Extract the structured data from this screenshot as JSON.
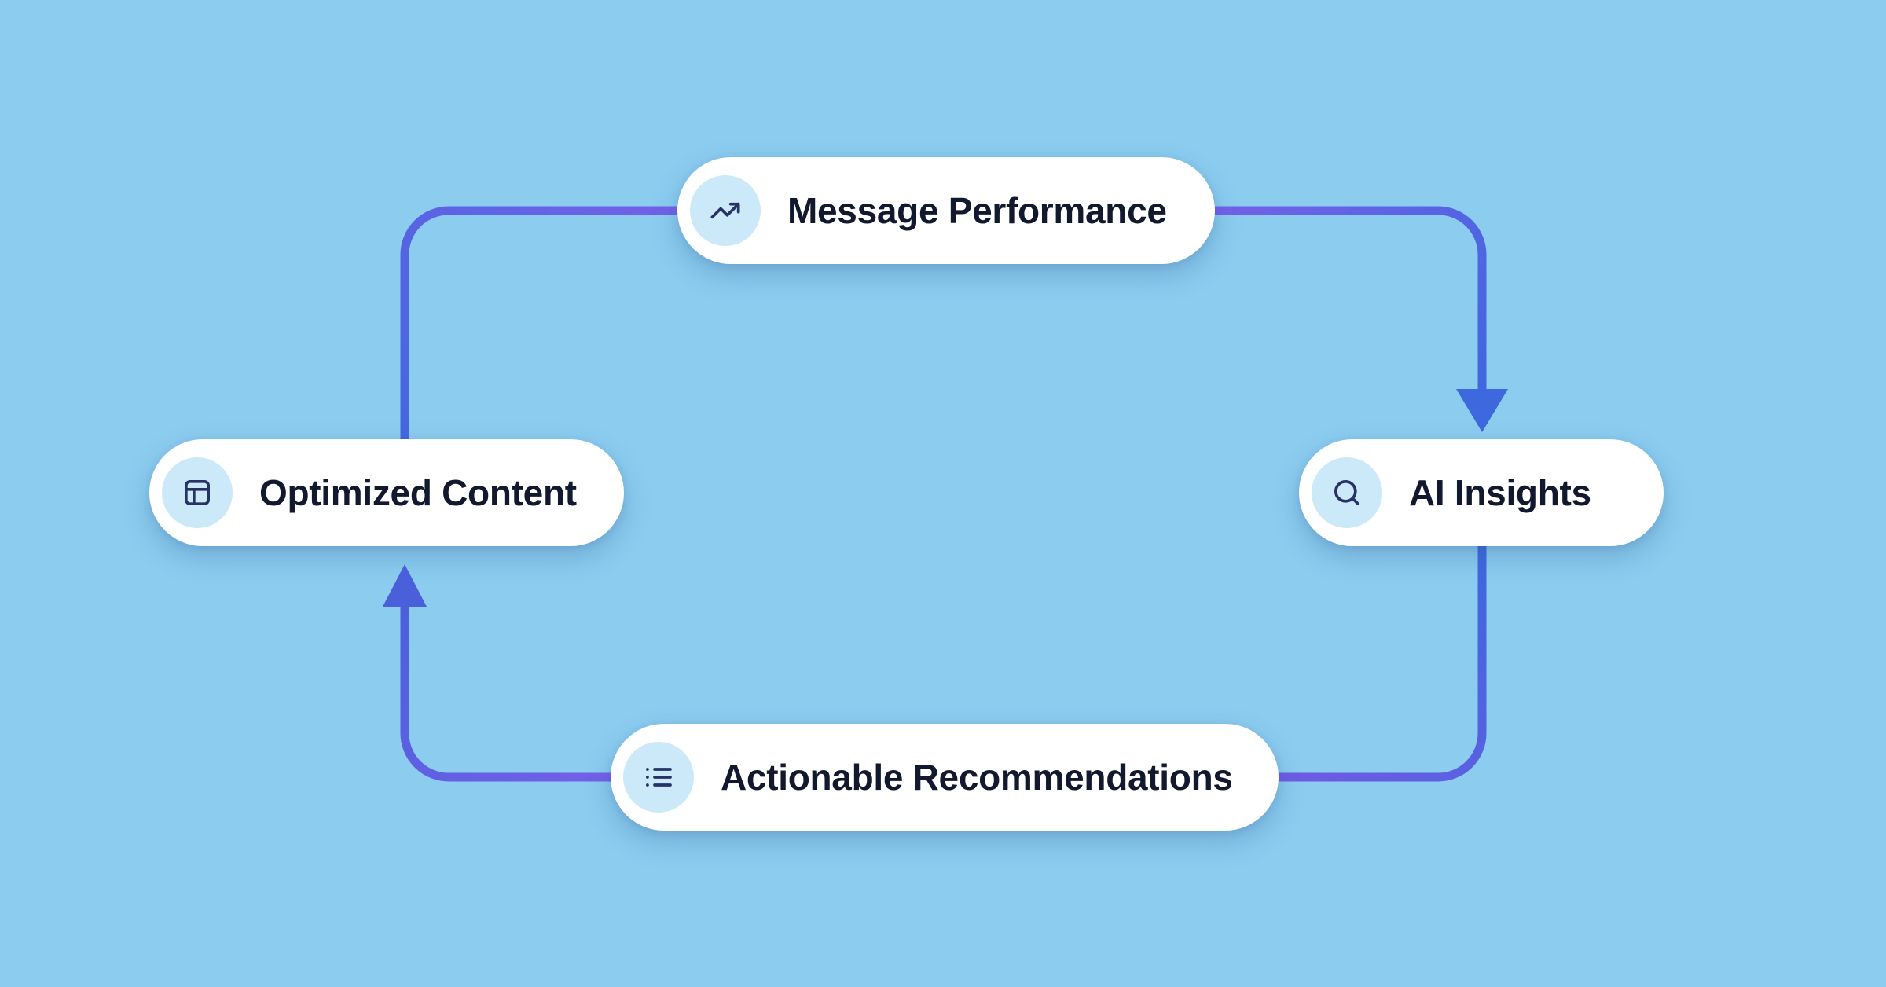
{
  "diagram": {
    "nodes": [
      {
        "label": "Message Performance",
        "icon": "trending-up-icon",
        "position": "top"
      },
      {
        "label": "AI Insights",
        "icon": "search-icon",
        "position": "right"
      },
      {
        "label": "Actionable Recommendations",
        "icon": "list-icon",
        "position": "bottom"
      },
      {
        "label": "Optimized Content",
        "icon": "layout-icon",
        "position": "left"
      }
    ],
    "edges": [
      {
        "from": "Message Performance",
        "to": "AI Insights",
        "arrowhead": "down"
      },
      {
        "from": "AI Insights",
        "to": "Actionable Recommendations",
        "arrowhead": "none"
      },
      {
        "from": "Actionable Recommendations",
        "to": "Optimized Content",
        "arrowhead": "up"
      },
      {
        "from": "Optimized Content",
        "to": "Message Performance",
        "arrowhead": "none"
      }
    ],
    "colors": {
      "background": "#8BCCEF",
      "node_fill": "#FFFFFF",
      "icon_circle_fill": "#CBE9F8",
      "icon_stroke": "#273366",
      "label_text": "#12182E",
      "connector_purple": "#7460E8",
      "connector_blue": "#3D68DE",
      "arrow_up_fill": "#4A60DB"
    }
  }
}
